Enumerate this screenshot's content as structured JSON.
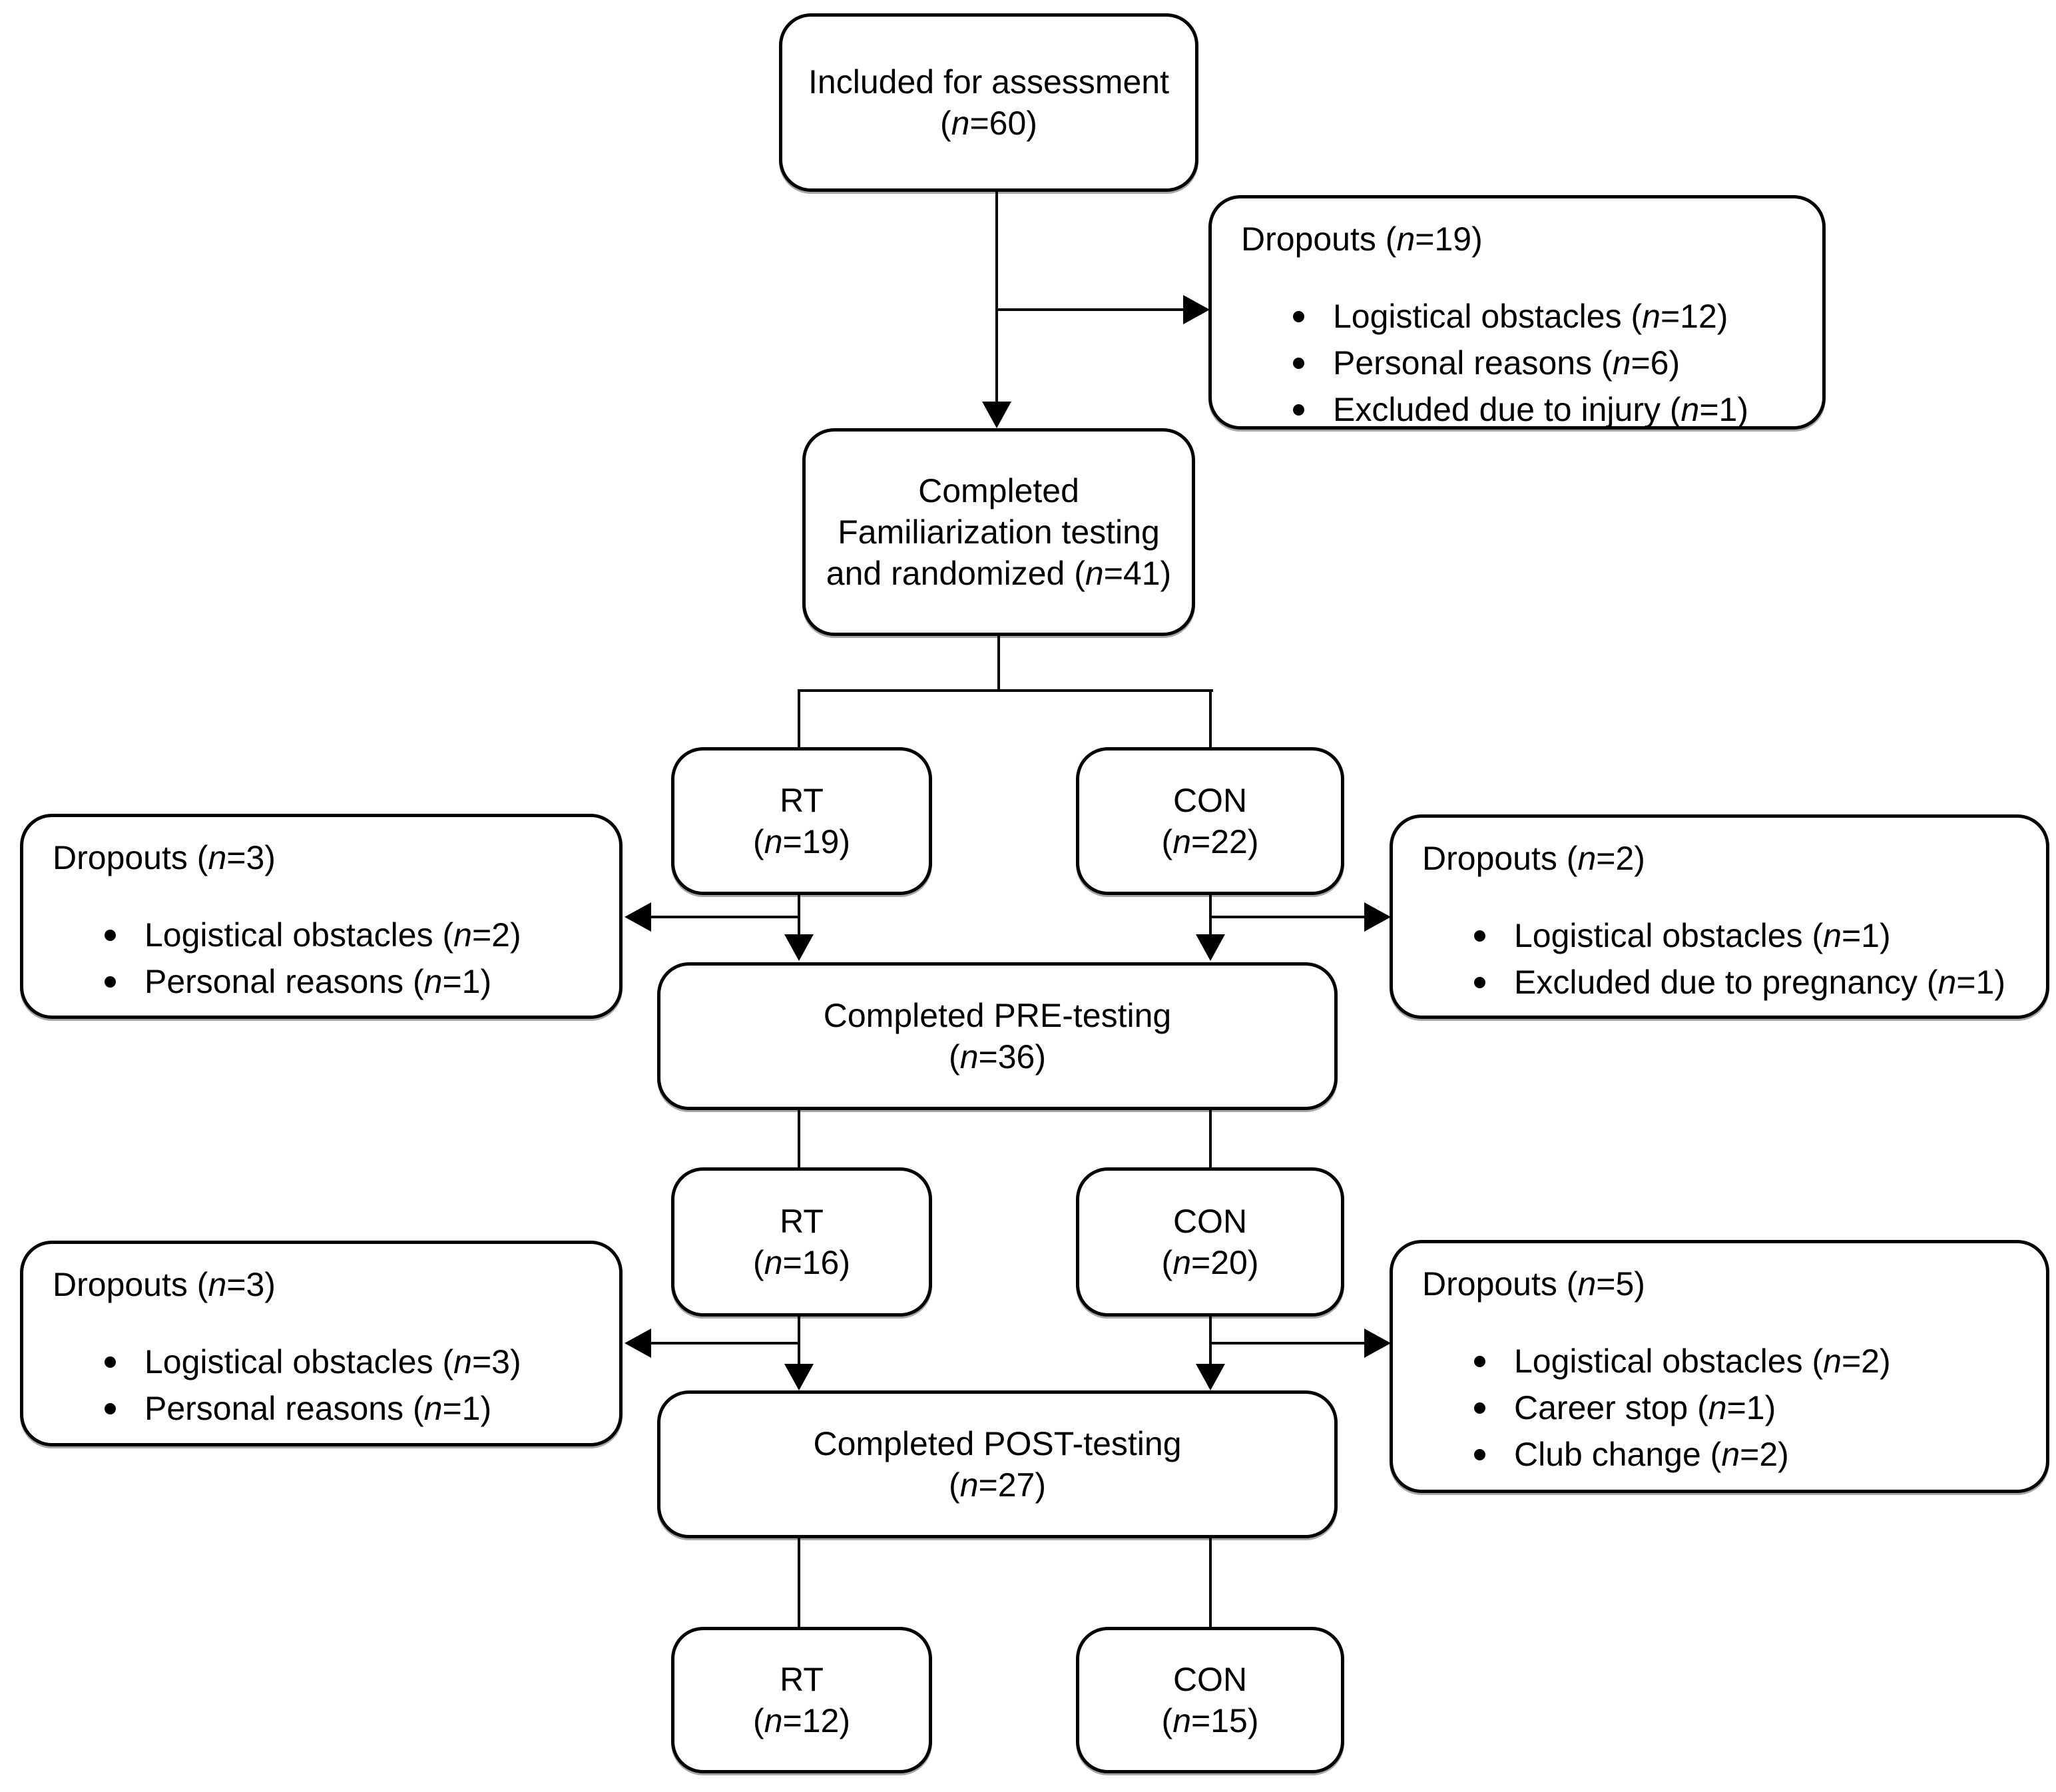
{
  "figure_type": "participant flow diagram",
  "colors": {
    "line": "#000000",
    "box_fill": "#ffffff",
    "text": "#000000",
    "background": "#ffffff"
  },
  "nodes": {
    "included": {
      "line1": "Included for assessment",
      "line2": "(n=60)"
    },
    "dropouts_top": {
      "title": "Dropouts (n=19)",
      "items": [
        "Logistical obstacles (n=12)",
        "Personal reasons (n=6)",
        "Excluded due to injury (n=1)"
      ]
    },
    "familiarization": {
      "line1": "Completed",
      "line2": "Familiarization testing",
      "line3": "and randomized (n=41)"
    },
    "rt1": {
      "line1": "RT",
      "line2": "(n=19)"
    },
    "con1": {
      "line1": "CON",
      "line2": "(n=22)"
    },
    "dropouts_left1": {
      "title": "Dropouts (n=3)",
      "items": [
        "Logistical obstacles (n=2)",
        "Personal reasons (n=1)"
      ]
    },
    "dropouts_right1": {
      "title": "Dropouts (n=2)",
      "items": [
        "Logistical obstacles (n=1)",
        "Excluded due to pregnancy (n=1)"
      ]
    },
    "pre": {
      "line1": "Completed PRE-testing",
      "line2": "(n=36)"
    },
    "rt2": {
      "line1": "RT",
      "line2": "(n=16)"
    },
    "con2": {
      "line1": "CON",
      "line2": "(n=20)"
    },
    "dropouts_left2": {
      "title": "Dropouts (n=3)",
      "items": [
        "Logistical obstacles (n=3)",
        "Personal reasons (n=1)"
      ]
    },
    "dropouts_right2": {
      "title": "Dropouts (n=5)",
      "items": [
        "Logistical obstacles (n=2)",
        "Career stop (n=1)",
        "Club change (n=2)"
      ]
    },
    "post": {
      "line1": "Completed POST-testing",
      "line2": "(n=27)"
    },
    "rt3": {
      "line1": "RT",
      "line2": "(n=12)"
    },
    "con3": {
      "line1": "CON",
      "line2": "(n=15)"
    }
  }
}
